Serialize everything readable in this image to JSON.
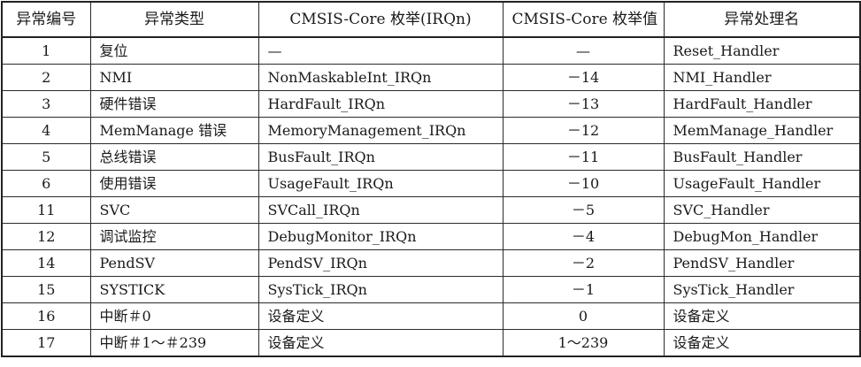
{
  "table": {
    "headers": {
      "number": "异常编号",
      "type": "异常类型",
      "irqn": "CMSIS-Core 枚举(IRQn)",
      "value": "CMSIS-Core 枚举值",
      "handler": "异常处理名"
    },
    "rows": [
      {
        "number": "1",
        "type": "复位",
        "irqn": "—",
        "value": "—",
        "handler": "Reset_Handler"
      },
      {
        "number": "2",
        "type": "NMI",
        "irqn": "NonMaskableInt_IRQn",
        "value": "－14",
        "handler": "NMI_Handler"
      },
      {
        "number": "3",
        "type": "硬件错误",
        "irqn": "HardFault_IRQn",
        "value": "－13",
        "handler": "HardFault_Handler"
      },
      {
        "number": "4",
        "type": "MemManage 错误",
        "irqn": "MemoryManagement_IRQn",
        "value": "－12",
        "handler": "MemManage_Handler"
      },
      {
        "number": "5",
        "type": "总线错误",
        "irqn": "BusFault_IRQn",
        "value": "－11",
        "handler": "BusFault_Handler"
      },
      {
        "number": "6",
        "type": "使用错误",
        "irqn": "UsageFault_IRQn",
        "value": "－10",
        "handler": "UsageFault_Handler"
      },
      {
        "number": "11",
        "type": "SVC",
        "irqn": "SVCall_IRQn",
        "value": "－5",
        "handler": "SVC_Handler"
      },
      {
        "number": "12",
        "type": "调试监控",
        "irqn": "DebugMonitor_IRQn",
        "value": "－4",
        "handler": "DebugMon_Handler"
      },
      {
        "number": "14",
        "type": "PendSV",
        "irqn": "PendSV_IRQn",
        "value": "－2",
        "handler": "PendSV_Handler"
      },
      {
        "number": "15",
        "type": "SYSTICK",
        "irqn": "SysTick_IRQn",
        "value": "－1",
        "handler": "SysTick_Handler"
      },
      {
        "number": "16",
        "type": "中断＃0",
        "irqn": "设备定义",
        "value": "0",
        "handler": "设备定义"
      },
      {
        "number": "17",
        "type": "中断＃1～＃239",
        "irqn": "设备定义",
        "value": "1～239",
        "handler": "设备定义"
      }
    ]
  }
}
